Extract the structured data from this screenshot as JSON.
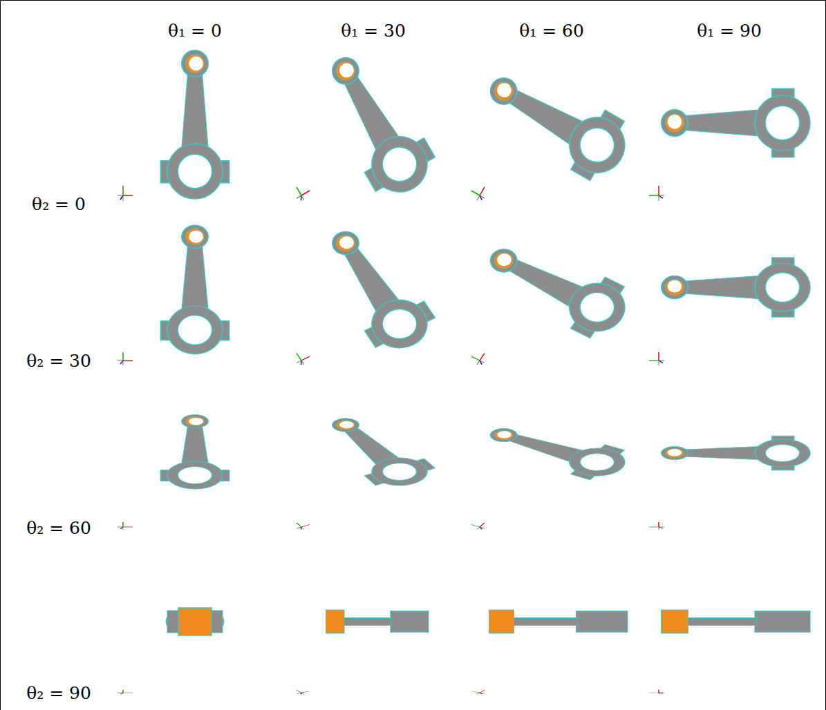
{
  "diagram": {
    "labels": [
      "θ₁ = 0",
      "θ₁ = 30",
      "θ₁ = 60",
      "θ₁ = 90",
      "θ₂ = 0",
      "θ₂ = 30",
      "θ₂ = 60",
      "θ₂ = 90"
    ]
  }
}
